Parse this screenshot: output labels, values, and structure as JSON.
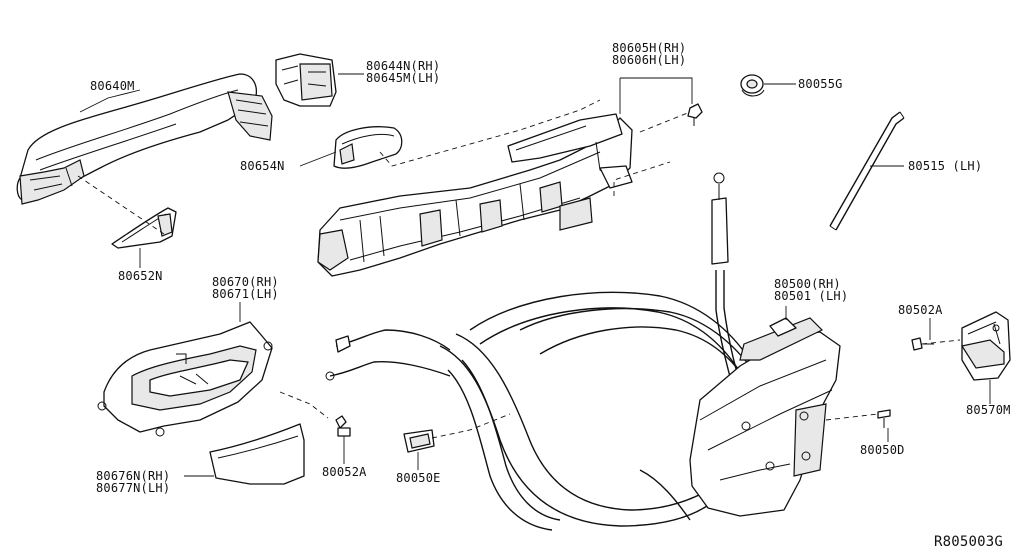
{
  "labels": {
    "p80640M": "80640M",
    "p80644N": "80644N(RH)",
    "p80645M": "80645M(LH)",
    "p80654N": "80654N",
    "p80652N": "80652N",
    "p80605H": "80605H(RH)",
    "p80606H": "80606H(LH)",
    "p80055G": "80055G",
    "p80515": "80515 (LH)",
    "p80670": "80670(RH)",
    "p80671": "80671(LH)",
    "p80500": "80500(RH)",
    "p80501": "80501 (LH)",
    "p80502A": "80502A",
    "p80570M": "80570M",
    "p80050D": "80050D",
    "p80052A": "80052A",
    "p80050E": "80050E",
    "p80676N": "80676N(RH)",
    "p80677N": "80677N(LH)"
  },
  "diagram_code": "R805003G"
}
